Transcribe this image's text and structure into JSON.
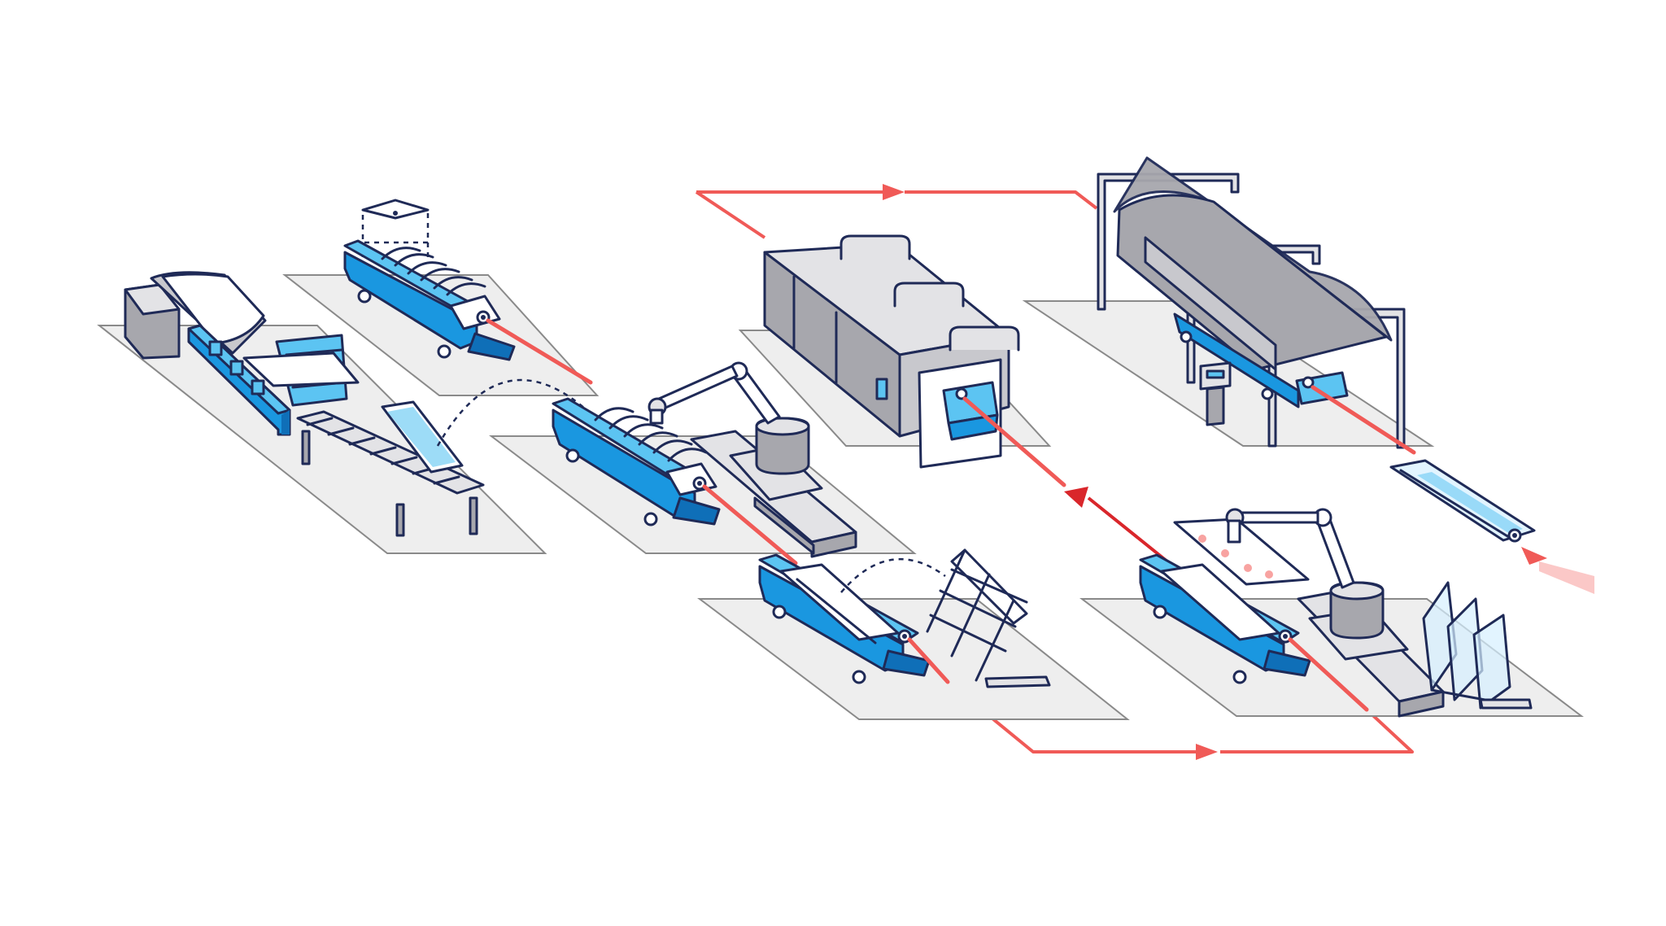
{
  "diagram": {
    "stations": [
      {
        "id": "coil-and-roll-forming"
      },
      {
        "id": "mould-conveyor-upper"
      },
      {
        "id": "robot-layup-cell"
      },
      {
        "id": "curing-oven"
      },
      {
        "id": "autoclave-tunnel"
      },
      {
        "id": "demould-rack-cell"
      },
      {
        "id": "robot-finishing-cell"
      },
      {
        "id": "finished-part-output"
      }
    ],
    "colors": {
      "accent_blue": "#1a97e0",
      "light_blue": "#5cc4f2",
      "flow_red": "#f05a57",
      "line_ink": "#1f2a57",
      "floor": "#eeeeee",
      "machine_grey": "#a7a7ad"
    },
    "icons": [
      "coil-icon",
      "conveyor-icon",
      "robot-arm-icon",
      "oven-icon",
      "autoclave-icon",
      "rack-icon",
      "flow-arrow-icon"
    ]
  }
}
